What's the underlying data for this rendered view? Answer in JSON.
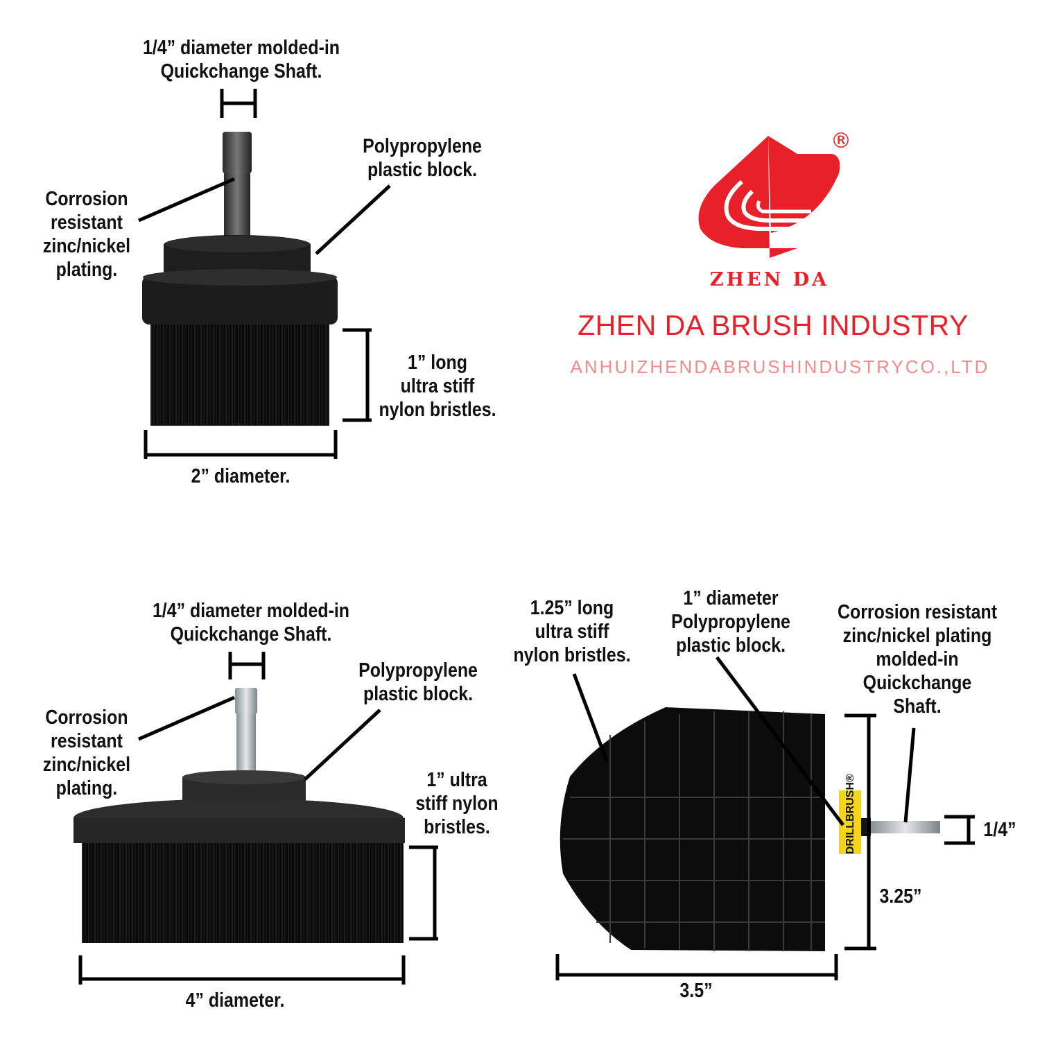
{
  "brand": {
    "mark": "ZHEN DA",
    "name": "ZHEN DA BRUSH INDUSTRY",
    "company": "ANHUIZHENDABRUSHINDUSTRYCO.,LTD",
    "registered": "®",
    "color_red": "#e8202a",
    "color_pink": "#f08a8d"
  },
  "brush_2in": {
    "shaft": [
      "1/4” diameter molded-in",
      "Quickchange Shaft."
    ],
    "plating": [
      "Corrosion",
      "resistant",
      "zinc/nickel",
      "plating."
    ],
    "block": [
      "Polypropylene",
      "plastic block."
    ],
    "bristles": [
      "1” long",
      "ultra stiff",
      "nylon bristles."
    ],
    "diameter": "2” diameter."
  },
  "brush_4in": {
    "shaft": [
      "1/4” diameter molded-in",
      "Quickchange Shaft."
    ],
    "plating": [
      "Corrosion",
      "resistant",
      "zinc/nickel",
      "plating."
    ],
    "block": [
      "Polypropylene",
      "plastic block."
    ],
    "bristles": [
      "1” ultra",
      "stiff nylon",
      "bristles."
    ],
    "diameter": "4” diameter."
  },
  "brush_cylinder": {
    "bristles": [
      "1.25” long",
      "ultra stiff",
      "nylon bristles."
    ],
    "block": [
      "1” diameter",
      "Polypropylene",
      "plastic block."
    ],
    "plating": [
      "Corrosion resistant",
      "zinc/nickel plating",
      "molded-in",
      "Quickchange",
      "Shaft."
    ],
    "shaft_size": "1/4”",
    "height": "3.25”",
    "length": "3.5”",
    "tag": "DRILLBRUSH®"
  }
}
